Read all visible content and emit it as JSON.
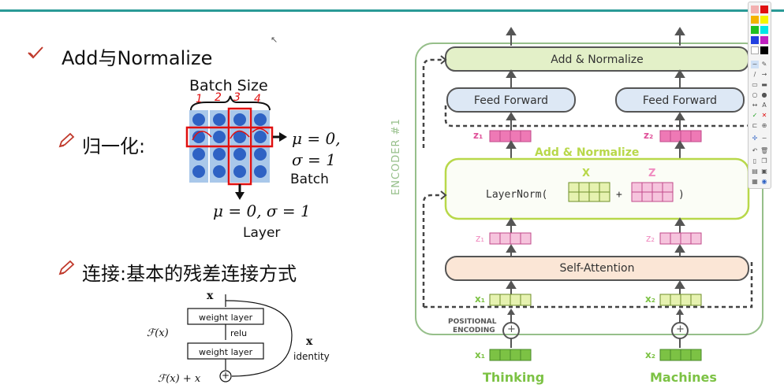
{
  "left": {
    "heading": "Add与Normalize",
    "batch_size_label": "Batch Size",
    "batch_numbers": [
      "1",
      "2",
      "3",
      "4"
    ],
    "norm_label": "归一化:",
    "mu_batch": "μ = 0,",
    "sigma_batch": "σ = 1",
    "batch_label": "Batch",
    "mu_sigma_layer": "μ = 0, σ = 1",
    "layer_label": "Layer",
    "connect_label": "连接:基本的残差连接方式"
  },
  "resnet": {
    "x_top": "x",
    "weight_layer_1": "weight layer",
    "relu": "relu",
    "weight_layer_2": "weight layer",
    "fx": "ℱ(x)",
    "x_identity": "x",
    "identity": "identity",
    "fx_plus_x": "ℱ(x) + x",
    "plus": "+"
  },
  "encoder": {
    "side_label": "ENCODER #1",
    "add_norm_top": "Add & Normalize",
    "ff1": "Feed Forward",
    "ff2": "Feed Forward",
    "z1_top": "z₁",
    "z2_top": "z₂",
    "add_norm_mid": "Add & Normalize",
    "layernorm": "LayerNorm(",
    "ln_plus": "+",
    "ln_close": ")",
    "x_label": "X",
    "z_label": "Z",
    "z1_bottom": "z₁",
    "z2_bottom": "z₂",
    "self_attention": "Self-Attention",
    "x1": "x₁",
    "x2": "x₂",
    "positional_line1": "POSITIONAL",
    "positional_line2": "ENCODING",
    "x1_input": "x₁",
    "x2_input": "x₂",
    "word1": "Thinking",
    "word2": "Machines",
    "plus": "+"
  },
  "colors": {
    "teal": "#2a9a96",
    "green": "#7cc244",
    "pink": "#e0529a",
    "red": "#e01010",
    "blue_dot": "#2e62c4",
    "frame": "#96bf8a"
  },
  "toolbox": {
    "tools": [
      "pencil-icon",
      "line-icon",
      "arrow-icon",
      "rect-icon",
      "ellipse-icon",
      "text-icon",
      "check-icon",
      "cross-icon",
      "zoom-icon",
      "undo-icon",
      "trash-icon",
      "save-icon",
      "print-icon"
    ]
  }
}
